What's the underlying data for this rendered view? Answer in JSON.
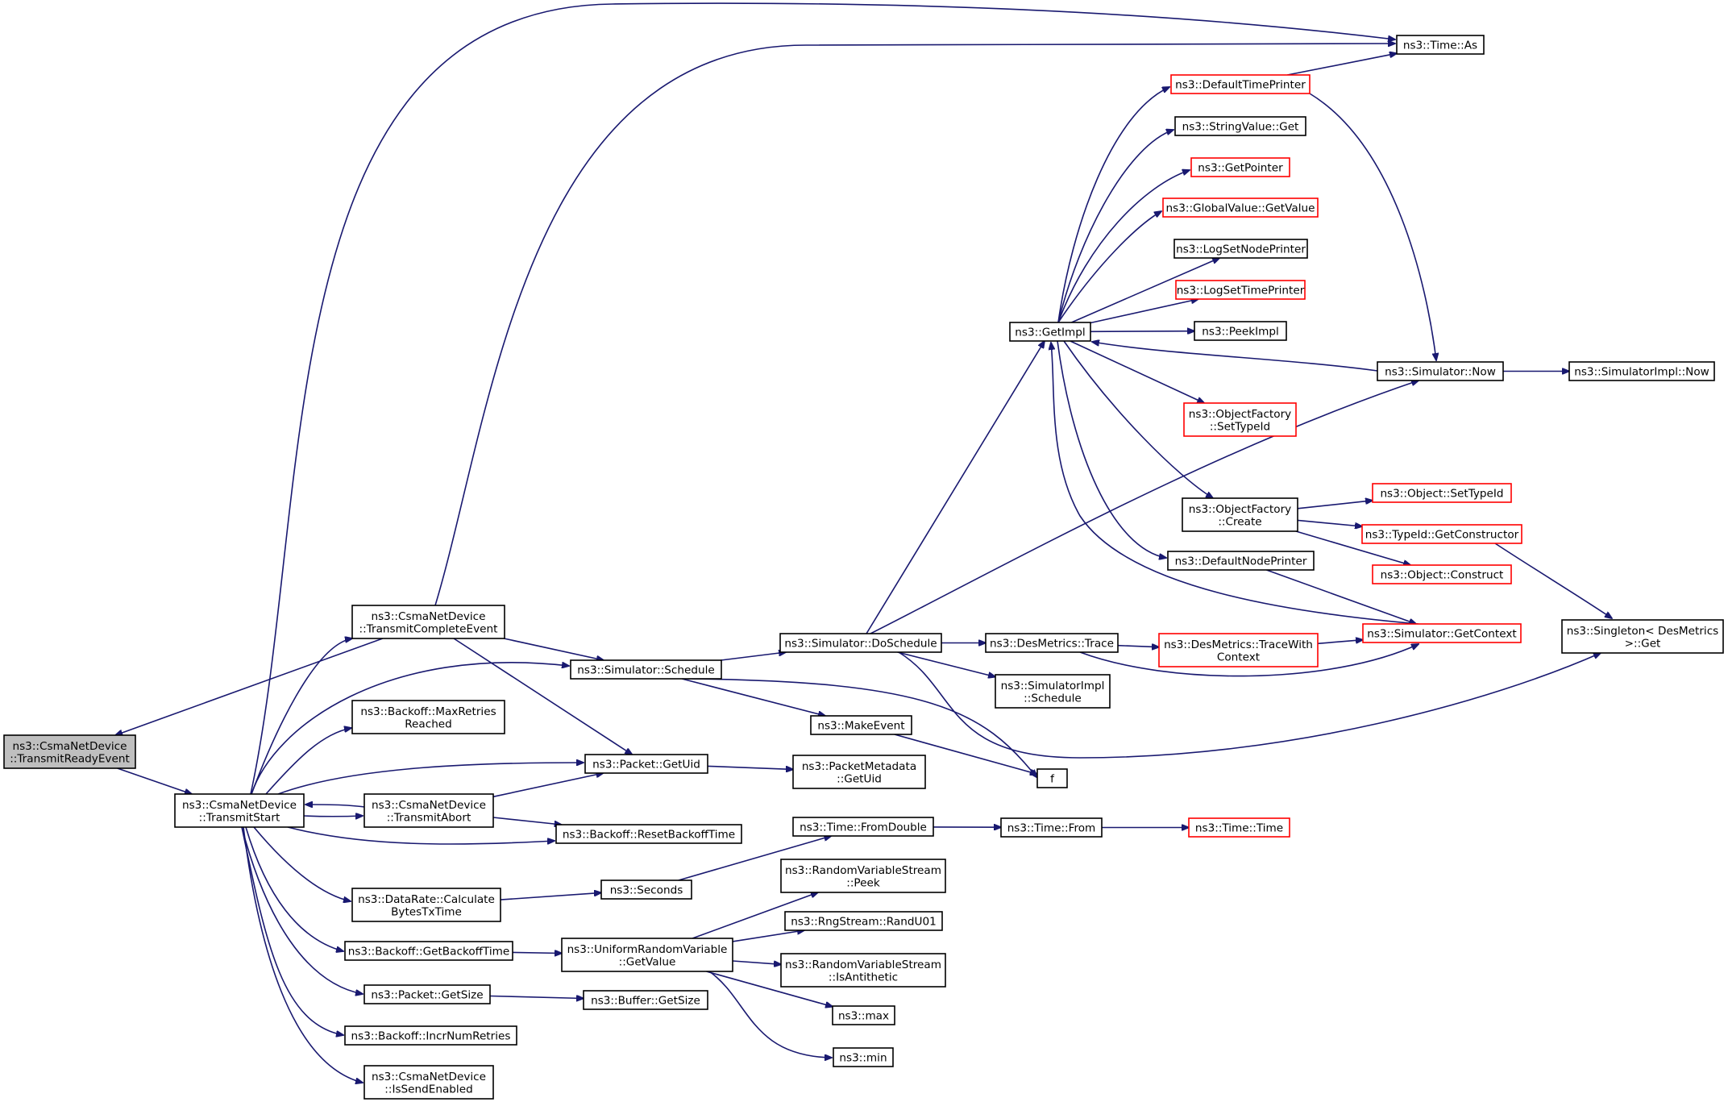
{
  "diagram": {
    "type": "doxygen-call-graph",
    "colors": {
      "edge": "#191970",
      "node_border": "#000000",
      "node_border_truncated": "#ff0000",
      "root_fill": "#bfbfbf",
      "node_fill": "#ffffff"
    },
    "nodes": [
      {
        "id": "TransmitReadyEvent",
        "lines": [
          "ns3::CsmaNetDevice",
          "::TransmitReadyEvent"
        ],
        "style": "root"
      },
      {
        "id": "TransmitStart",
        "lines": [
          "ns3::CsmaNetDevice",
          "::TransmitStart"
        ],
        "style": "normal"
      },
      {
        "id": "TransmitCompleteEvent",
        "lines": [
          "ns3::CsmaNetDevice",
          "::TransmitCompleteEvent"
        ],
        "style": "normal"
      },
      {
        "id": "MaxRetriesReached",
        "lines": [
          "ns3::Backoff::MaxRetries",
          "Reached"
        ],
        "style": "normal"
      },
      {
        "id": "TransmitAbort",
        "lines": [
          "ns3::CsmaNetDevice",
          "::TransmitAbort"
        ],
        "style": "normal"
      },
      {
        "id": "CalculateBytesTxTime",
        "lines": [
          "ns3::DataRate::Calculate",
          "BytesTxTime"
        ],
        "style": "normal"
      },
      {
        "id": "GetBackoffTime",
        "lines": [
          "ns3::Backoff::GetBackoffTime"
        ],
        "style": "normal"
      },
      {
        "id": "PacketGetSize",
        "lines": [
          "ns3::Packet::GetSize"
        ],
        "style": "normal"
      },
      {
        "id": "IncrNumRetries",
        "lines": [
          "ns3::Backoff::IncrNumRetries"
        ],
        "style": "normal"
      },
      {
        "id": "IsSendEnabled",
        "lines": [
          "ns3::CsmaNetDevice",
          "::IsSendEnabled"
        ],
        "style": "normal"
      },
      {
        "id": "SimulatorSchedule",
        "lines": [
          "ns3::Simulator::Schedule"
        ],
        "style": "normal"
      },
      {
        "id": "PacketGetUid",
        "lines": [
          "ns3::Packet::GetUid"
        ],
        "style": "normal"
      },
      {
        "id": "ResetBackoffTime",
        "lines": [
          "ns3::Backoff::ResetBackoffTime"
        ],
        "style": "normal"
      },
      {
        "id": "Seconds",
        "lines": [
          "ns3::Seconds"
        ],
        "style": "normal"
      },
      {
        "id": "UniformGetValue",
        "lines": [
          "ns3::UniformRandomVariable",
          "::GetValue"
        ],
        "style": "normal"
      },
      {
        "id": "BufferGetSize",
        "lines": [
          "ns3::Buffer::GetSize"
        ],
        "style": "normal"
      },
      {
        "id": "DoSchedule",
        "lines": [
          "ns3::Simulator::DoSchedule"
        ],
        "style": "normal"
      },
      {
        "id": "MakeEvent",
        "lines": [
          "ns3::MakeEvent"
        ],
        "style": "normal"
      },
      {
        "id": "PacketMetadataGetUid",
        "lines": [
          "ns3::PacketMetadata",
          "::GetUid"
        ],
        "style": "normal"
      },
      {
        "id": "f",
        "lines": [
          "f"
        ],
        "style": "normal"
      },
      {
        "id": "TimeFromDouble",
        "lines": [
          "ns3::Time::FromDouble"
        ],
        "style": "normal"
      },
      {
        "id": "RVSPeek",
        "lines": [
          "ns3::RandomVariableStream",
          "::Peek"
        ],
        "style": "normal"
      },
      {
        "id": "RandU01",
        "lines": [
          "ns3::RngStream::RandU01"
        ],
        "style": "normal"
      },
      {
        "id": "IsAntithetic",
        "lines": [
          "ns3::RandomVariableStream",
          "::IsAntithetic"
        ],
        "style": "normal"
      },
      {
        "id": "max",
        "lines": [
          "ns3::max"
        ],
        "style": "normal"
      },
      {
        "id": "min",
        "lines": [
          "ns3::min"
        ],
        "style": "normal"
      },
      {
        "id": "GetImpl",
        "lines": [
          "ns3::GetImpl"
        ],
        "style": "normal"
      },
      {
        "id": "DesMetricsTrace",
        "lines": [
          "ns3::DesMetrics::Trace"
        ],
        "style": "normal"
      },
      {
        "id": "SimulatorImplSchedule",
        "lines": [
          "ns3::SimulatorImpl",
          "::Schedule"
        ],
        "style": "normal"
      },
      {
        "id": "TimeFrom",
        "lines": [
          "ns3::Time::From"
        ],
        "style": "normal"
      },
      {
        "id": "TimeTime",
        "lines": [
          "ns3::Time::Time"
        ],
        "style": "truncated"
      },
      {
        "id": "TraceWithContext",
        "lines": [
          "ns3::DesMetrics::TraceWith",
          "Context"
        ],
        "style": "truncated"
      },
      {
        "id": "GetContext",
        "lines": [
          "ns3::Simulator::GetContext"
        ],
        "style": "truncated"
      },
      {
        "id": "TimeAs",
        "lines": [
          "ns3::Time::As"
        ],
        "style": "normal"
      },
      {
        "id": "DefaultTimePrinter",
        "lines": [
          "ns3::DefaultTimePrinter"
        ],
        "style": "truncated"
      },
      {
        "id": "StringValueGet",
        "lines": [
          "ns3::StringValue::Get"
        ],
        "style": "normal"
      },
      {
        "id": "GetPointer",
        "lines": [
          "ns3::GetPointer"
        ],
        "style": "truncated"
      },
      {
        "id": "GlobalValueGetValue",
        "lines": [
          "ns3::GlobalValue::GetValue"
        ],
        "style": "truncated"
      },
      {
        "id": "LogSetNodePrinter",
        "lines": [
          "ns3::LogSetNodePrinter"
        ],
        "style": "normal"
      },
      {
        "id": "LogSetTimePrinter",
        "lines": [
          "ns3::LogSetTimePrinter"
        ],
        "style": "truncated"
      },
      {
        "id": "PeekImpl",
        "lines": [
          "ns3::PeekImpl"
        ],
        "style": "normal"
      },
      {
        "id": "ObjectFactorySetTypeId",
        "lines": [
          "ns3::ObjectFactory",
          "::SetTypeId"
        ],
        "style": "truncated"
      },
      {
        "id": "ObjectFactoryCreate",
        "lines": [
          "ns3::ObjectFactory",
          "::Create"
        ],
        "style": "normal"
      },
      {
        "id": "DefaultNodePrinter",
        "lines": [
          "ns3::DefaultNodePrinter"
        ],
        "style": "normal"
      },
      {
        "id": "SimulatorNow",
        "lines": [
          "ns3::Simulator::Now"
        ],
        "style": "normal"
      },
      {
        "id": "SimulatorImplNow",
        "lines": [
          "ns3::SimulatorImpl::Now"
        ],
        "style": "normal"
      },
      {
        "id": "ObjectSetTypeId",
        "lines": [
          "ns3::Object::SetTypeId"
        ],
        "style": "truncated"
      },
      {
        "id": "GetConstructor",
        "lines": [
          "ns3::TypeId::GetConstructor"
        ],
        "style": "truncated"
      },
      {
        "id": "ObjectConstruct",
        "lines": [
          "ns3::Object::Construct"
        ],
        "style": "truncated"
      },
      {
        "id": "SingletonGet",
        "lines": [
          "ns3::Singleton< DesMetrics",
          ">::Get"
        ],
        "style": "normal"
      }
    ],
    "edges": [
      [
        "TransmitReadyEvent",
        "TransmitStart"
      ],
      [
        "TransmitCompleteEvent",
        "TransmitReadyEvent"
      ],
      [
        "TransmitStart",
        "TransmitCompleteEvent"
      ],
      [
        "TransmitStart",
        "SimulatorSchedule"
      ],
      [
        "TransmitStart",
        "MaxRetriesReached"
      ],
      [
        "TransmitStart",
        "PacketGetUid"
      ],
      [
        "TransmitStart",
        "TransmitAbort"
      ],
      [
        "TransmitAbort",
        "TransmitStart"
      ],
      [
        "TransmitStart",
        "ResetBackoffTime"
      ],
      [
        "TransmitStart",
        "CalculateBytesTxTime"
      ],
      [
        "TransmitStart",
        "GetBackoffTime"
      ],
      [
        "TransmitStart",
        "PacketGetSize"
      ],
      [
        "TransmitStart",
        "IncrNumRetries"
      ],
      [
        "TransmitStart",
        "IsSendEnabled"
      ],
      [
        "TransmitStart",
        "TimeAs"
      ],
      [
        "TransmitCompleteEvent",
        "TimeAs"
      ],
      [
        "TransmitCompleteEvent",
        "SimulatorSchedule"
      ],
      [
        "TransmitCompleteEvent",
        "PacketGetUid"
      ],
      [
        "TransmitAbort",
        "PacketGetUid"
      ],
      [
        "TransmitAbort",
        "ResetBackoffTime"
      ],
      [
        "CalculateBytesTxTime",
        "Seconds"
      ],
      [
        "GetBackoffTime",
        "UniformGetValue"
      ],
      [
        "PacketGetSize",
        "BufferGetSize"
      ],
      [
        "SimulatorSchedule",
        "DoSchedule"
      ],
      [
        "SimulatorSchedule",
        "MakeEvent"
      ],
      [
        "SimulatorSchedule",
        "f"
      ],
      [
        "PacketGetUid",
        "PacketMetadataGetUid"
      ],
      [
        "Seconds",
        "TimeFromDouble"
      ],
      [
        "UniformGetValue",
        "RVSPeek"
      ],
      [
        "UniformGetValue",
        "RandU01"
      ],
      [
        "UniformGetValue",
        "IsAntithetic"
      ],
      [
        "UniformGetValue",
        "max"
      ],
      [
        "UniformGetValue",
        "min"
      ],
      [
        "MakeEvent",
        "f"
      ],
      [
        "DoSchedule",
        "GetImpl"
      ],
      [
        "DoSchedule",
        "SimulatorNow"
      ],
      [
        "DoSchedule",
        "DesMetricsTrace"
      ],
      [
        "DoSchedule",
        "SimulatorImplSchedule"
      ],
      [
        "DoSchedule",
        "SingletonGet"
      ],
      [
        "TimeFromDouble",
        "TimeFrom"
      ],
      [
        "TimeFrom",
        "TimeTime"
      ],
      [
        "DesMetricsTrace",
        "TraceWithContext"
      ],
      [
        "DesMetricsTrace",
        "GetContext"
      ],
      [
        "TraceWithContext",
        "GetContext"
      ],
      [
        "GetContext",
        "GetImpl"
      ],
      [
        "GetImpl",
        "DefaultTimePrinter"
      ],
      [
        "GetImpl",
        "StringValueGet"
      ],
      [
        "GetImpl",
        "GetPointer"
      ],
      [
        "GetImpl",
        "GlobalValueGetValue"
      ],
      [
        "GetImpl",
        "LogSetNodePrinter"
      ],
      [
        "GetImpl",
        "LogSetTimePrinter"
      ],
      [
        "GetImpl",
        "PeekImpl"
      ],
      [
        "GetImpl",
        "ObjectFactorySetTypeId"
      ],
      [
        "GetImpl",
        "ObjectFactoryCreate"
      ],
      [
        "GetImpl",
        "DefaultNodePrinter"
      ],
      [
        "SimulatorNow",
        "GetImpl"
      ],
      [
        "SimulatorNow",
        "SimulatorImplNow"
      ],
      [
        "DefaultTimePrinter",
        "TimeAs"
      ],
      [
        "DefaultTimePrinter",
        "SimulatorNow"
      ],
      [
        "DefaultNodePrinter",
        "GetContext"
      ],
      [
        "ObjectFactoryCreate",
        "ObjectSetTypeId"
      ],
      [
        "ObjectFactoryCreate",
        "GetConstructor"
      ],
      [
        "ObjectFactoryCreate",
        "ObjectConstruct"
      ],
      [
        "GetConstructor",
        "SingletonGet"
      ]
    ]
  }
}
